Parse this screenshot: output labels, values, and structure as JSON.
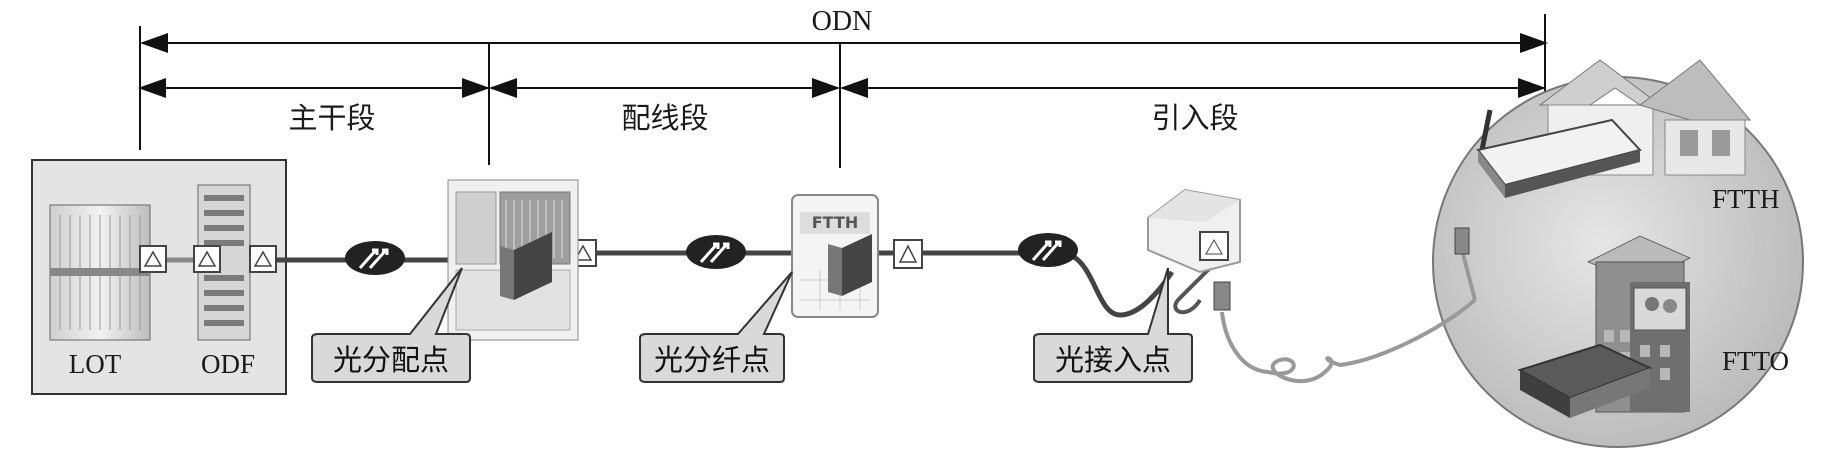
{
  "labels": {
    "odn": "ODN",
    "trunk_segment": "主干段",
    "distribution_segment": "配线段",
    "drop_segment": "引入段",
    "lot": "LOT",
    "odf": "ODF",
    "ftth": "FTTH",
    "ftto": "FTTO"
  },
  "callouts": {
    "optical_distribution_point": "光分配点",
    "optical_splitting_point": "光分纤点",
    "optical_access_point": "光接入点"
  }
}
